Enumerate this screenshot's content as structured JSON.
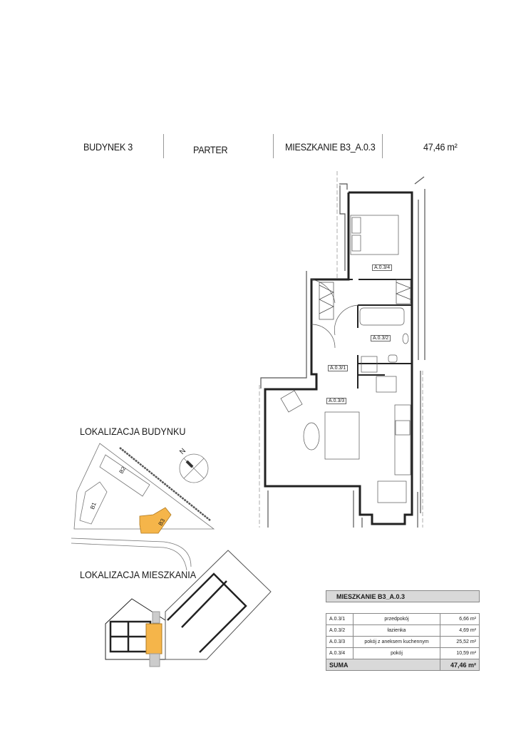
{
  "header": {
    "building": "BUDYNEK 3",
    "floor": "PARTER",
    "apartment": "MIESZKANIE B3_A.0.3",
    "area": "47,46 m²"
  },
  "floor_plan": {
    "rooms": [
      {
        "id": "A.0.3/1"
      },
      {
        "id": "A.0.3/2"
      },
      {
        "id": "A.0.3/3"
      },
      {
        "id": "A.0.3/4"
      }
    ]
  },
  "building_location": {
    "title": "LOKALIZACJA BUDYNKU",
    "buildings": [
      "B1",
      "B2",
      "B3"
    ],
    "north": "N",
    "highlight_color": "#f5b54a"
  },
  "apartment_location": {
    "title": "LOKALIZACJA MIESZKANIA"
  },
  "summary_table": {
    "title": "MIESZKANIE B3_A.0.3",
    "rows": [
      {
        "id": "A.0.3/1",
        "name": "przedpokój",
        "area": "6,66 m²"
      },
      {
        "id": "A.0.3/2",
        "name": "łazienka",
        "area": "4,69 m²"
      },
      {
        "id": "A.0.3/3",
        "name": "pokój z aneksem kuchennym",
        "area": "25,52 m²"
      },
      {
        "id": "A.0.3/4",
        "name": "pokój",
        "area": "10,59 m²"
      }
    ],
    "sum_label": "SUMA",
    "sum_area": "47,46 m²"
  }
}
